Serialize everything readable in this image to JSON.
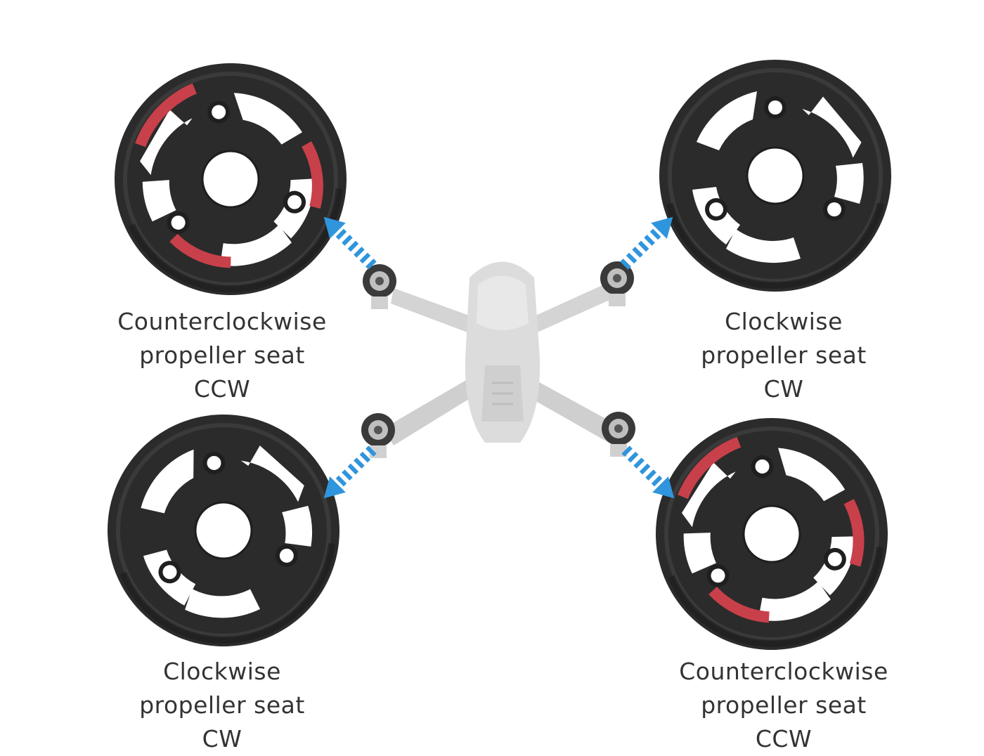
{
  "labels": {
    "top_left": {
      "line1": "Counterclockwise",
      "line2": "propeller seat",
      "line3": "CCW"
    },
    "top_right": {
      "line1": "Clockwise",
      "line2": "propeller seat",
      "line3": "CW"
    },
    "bottom_left": {
      "line1": "Clockwise",
      "line2": "propeller seat",
      "line3": "CW"
    },
    "bottom_right": {
      "line1": "Counterclockwise",
      "line2": "propeller seat",
      "line3": "CCW"
    }
  },
  "seats": {
    "top_left": {
      "rotation": "CCW",
      "red_marks": true
    },
    "top_right": {
      "rotation": "CW",
      "red_marks": false
    },
    "bottom_left": {
      "rotation": "CW",
      "red_marks": false
    },
    "bottom_right": {
      "rotation": "CCW",
      "red_marks": true
    }
  },
  "colors": {
    "seat_body": "#2b2b2b",
    "seat_rim": "#3a3a3a",
    "seat_marks": "#c8404a",
    "arrow": "#2f95dc",
    "drone_body": "#d9d9d9",
    "label_text": "#333333"
  }
}
